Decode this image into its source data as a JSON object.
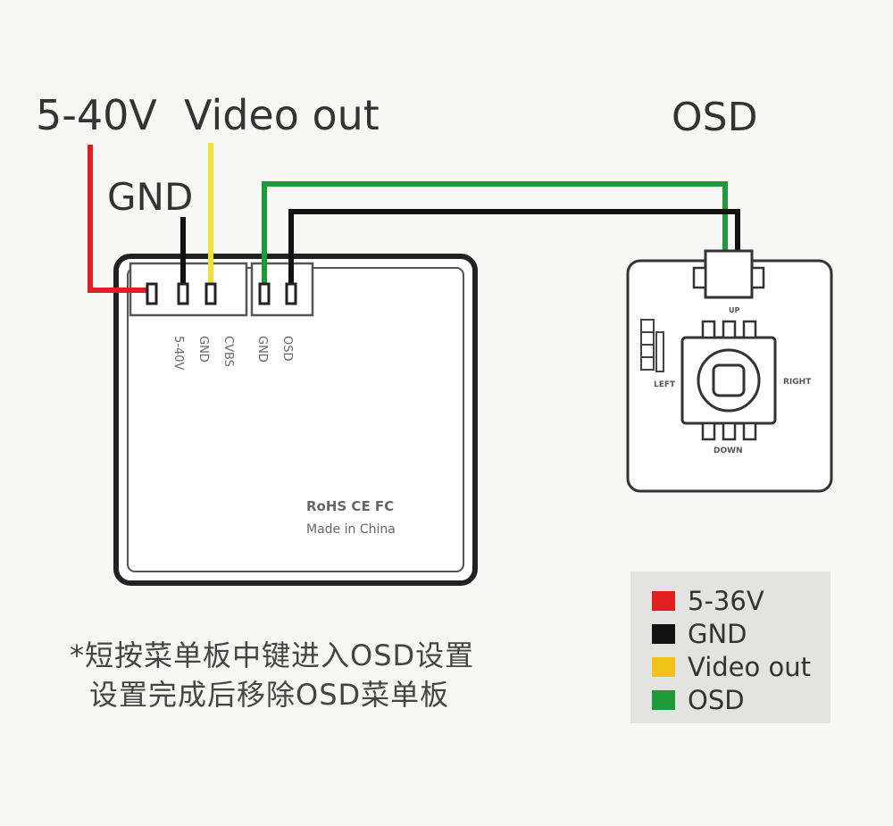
{
  "callouts": {
    "power": "5-40V",
    "video": "Video out",
    "gnd": "GND",
    "osd": "OSD"
  },
  "board": {
    "pins": [
      "5-40V",
      "GND",
      "CVBS",
      "GND",
      "OSD"
    ],
    "marks": [
      "RoHS CE FC",
      "Made in China"
    ]
  },
  "osd_board": {
    "labels": [
      "LEFT",
      "RIGHT",
      "DOWN",
      "UP"
    ]
  },
  "note": {
    "line1": "*短按菜单板中键进入OSD设置",
    "line2": "设置完成后移除OSD菜单板"
  },
  "legend": [
    {
      "label": "5-36V",
      "color": "#e02020"
    },
    {
      "label": "GND",
      "color": "#111111"
    },
    {
      "label": "Video out",
      "color": "#f2c21b"
    },
    {
      "label": "OSD",
      "color": "#1f9a3a"
    }
  ],
  "wire_colors": {
    "power": "#e02020",
    "gnd": "#111111",
    "video": "#f2e03a",
    "osd": "#1f9a3a"
  }
}
